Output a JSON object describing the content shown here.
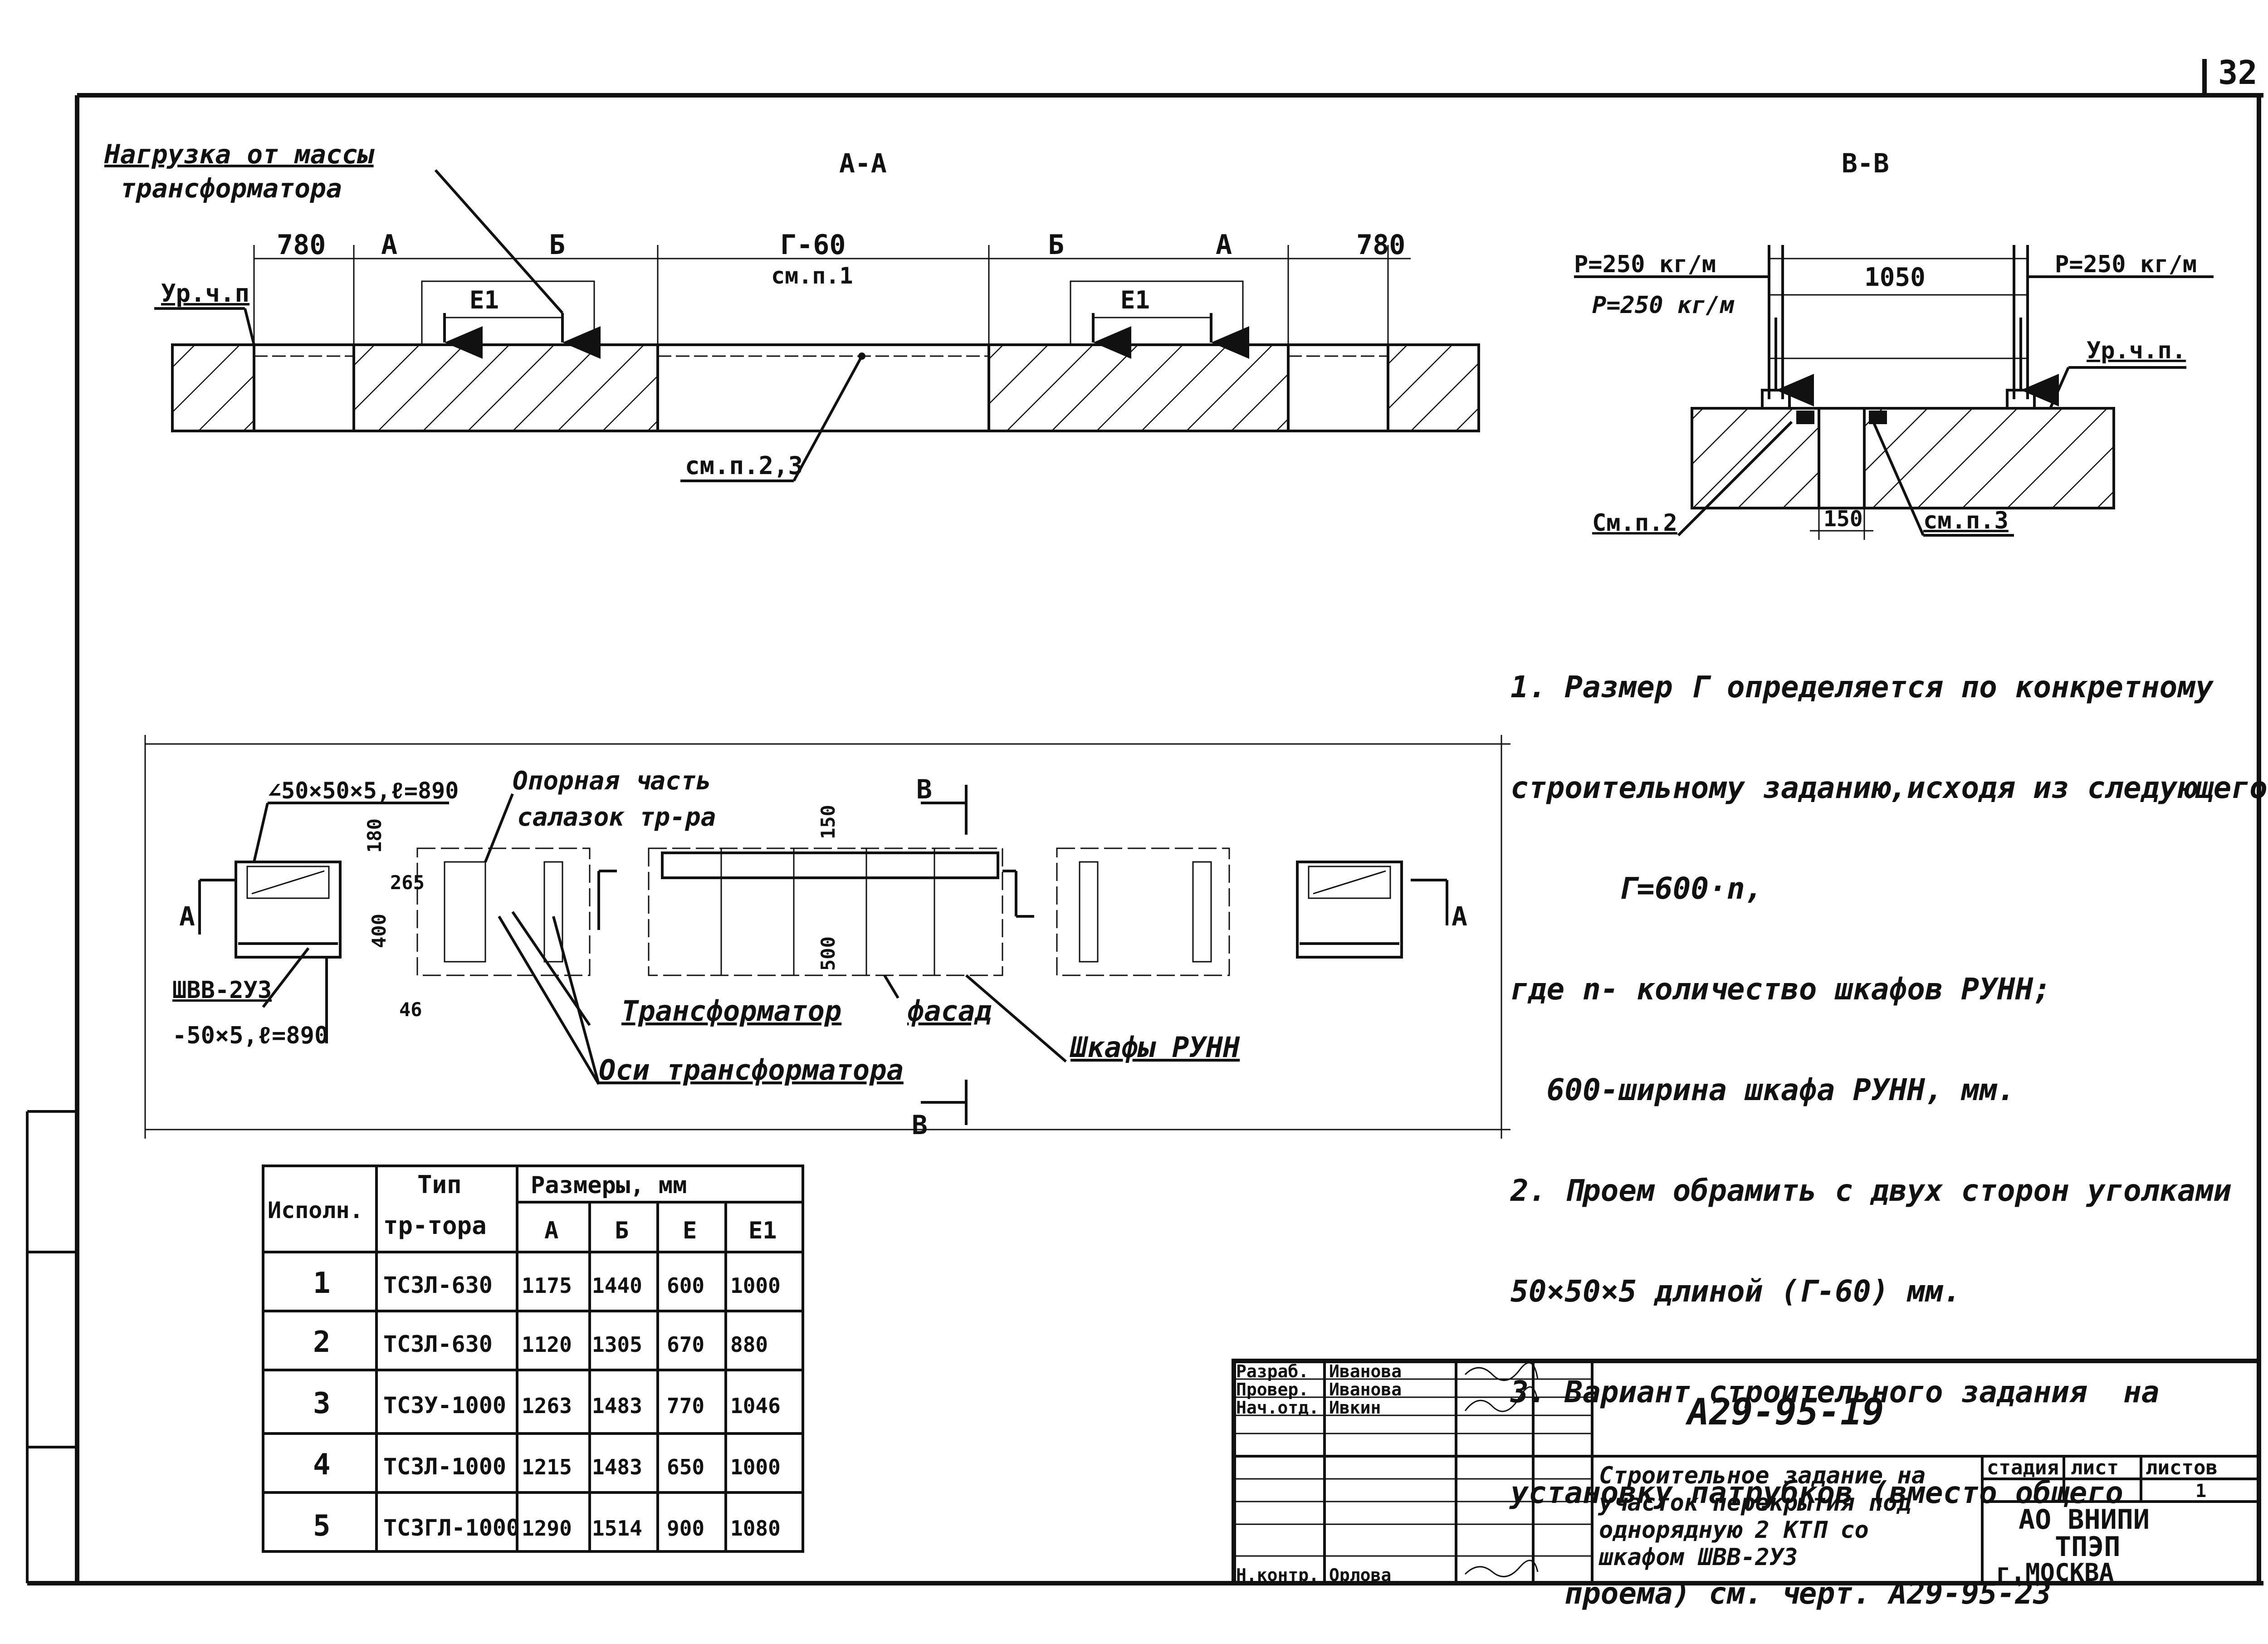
{
  "sheet_number": "32",
  "sections": {
    "aa_title": "А-А",
    "bb_title": "В-В"
  },
  "section_aa": {
    "load_label_1": "Нагрузка от массы",
    "load_label_2": "трансформатора",
    "dims": [
      "780",
      "А",
      "Б",
      "Г-60",
      "Б",
      "А",
      "780"
    ],
    "g60_note": "см.п.1",
    "level_label": "Ур.ч.п",
    "e1_label": "Е1",
    "ref_note": "см.п.2,3"
  },
  "section_bb": {
    "load_left": "Р=250 кг/м",
    "load_left_2": "Р=250 кг/м",
    "load_right": "Р=250 кг/м",
    "width_dim": "1050",
    "level_label": "Ур.ч.п.",
    "gap_dim": "150",
    "ref_left": "См.п.2",
    "ref_right": "см.п.3"
  },
  "plan": {
    "angle_label": "∠50×50×5,ℓ=890",
    "support_label_1": "Опорная часть",
    "support_label_2": "салазок тр-ра",
    "dim_180": "180",
    "dim_265": "265",
    "dim_400": "400",
    "dim_46": "46",
    "dim_150": "150",
    "dim_500": "500",
    "cabinet_label": "ШВВ-2У3",
    "strip_label": "-50×5,ℓ=890",
    "transformer_label": "Трансформатор",
    "facade_label": "фасад",
    "axes_label": "Оси трансформатора",
    "cabinets_label": "Шкафы РУНН",
    "section_b": "В",
    "section_a": "А"
  },
  "notes": [
    "1. Размер Г определяется по конкретному",
    "строительному заданию,исходя из следующего:",
    "      Г=600·n,",
    "где n- количество шкафов РУНН;",
    "  600-ширина шкафа РУНН, мм.",
    "2. Проем обрамить с двух сторон уголками",
    "50×50×5 длиной (Г-60) мм.",
    "3. Вариант строительного задания  на",
    "установку патрубков (вместо общего",
    "   проема) см. черт. А29-95-23"
  ],
  "table": {
    "headers": {
      "variant": "Исполн.",
      "type_1": "Тип",
      "type_2": "тр-тора",
      "sizes": "Размеры, мм",
      "a": "А",
      "b": "Б",
      "e": "Е",
      "e1": "Е1"
    },
    "rows": [
      [
        "1",
        "ТСЗЛ-630",
        "1175",
        "1440",
        "600",
        "1000"
      ],
      [
        "2",
        "ТСЗЛ-630",
        "1120",
        "1305",
        "670",
        "880"
      ],
      [
        "3",
        "ТСЗУ-1000",
        "1263",
        "1483",
        "770",
        "1046"
      ],
      [
        "4",
        "ТСЗЛ-1000",
        "1215",
        "1483",
        "650",
        "1000"
      ],
      [
        "5",
        "ТСЗГЛ-1000",
        "1290",
        "1514",
        "900",
        "1080"
      ]
    ]
  },
  "title_block": {
    "doc_code": "А29-95-19",
    "roles": [
      "Разраб.",
      "Провер.",
      "Нач.отд.",
      "",
      "",
      "",
      "Н.контр."
    ],
    "names": [
      "Иванова",
      "Иванова",
      "Ивкин",
      "",
      "",
      "",
      "Орлова"
    ],
    "title_lines": [
      "Строительное задание на",
      "участок перекрытия под",
      "однорядную 2 КТП со",
      "шкафом ШВВ-2У3"
    ],
    "stage_label": "стадия",
    "sheet_label": "лист",
    "sheets_label": "листов",
    "sheet_value": "1",
    "org_1": "АО ВНИПИ",
    "org_2": "ТПЭП",
    "org_3": "г.МОСКВА"
  }
}
